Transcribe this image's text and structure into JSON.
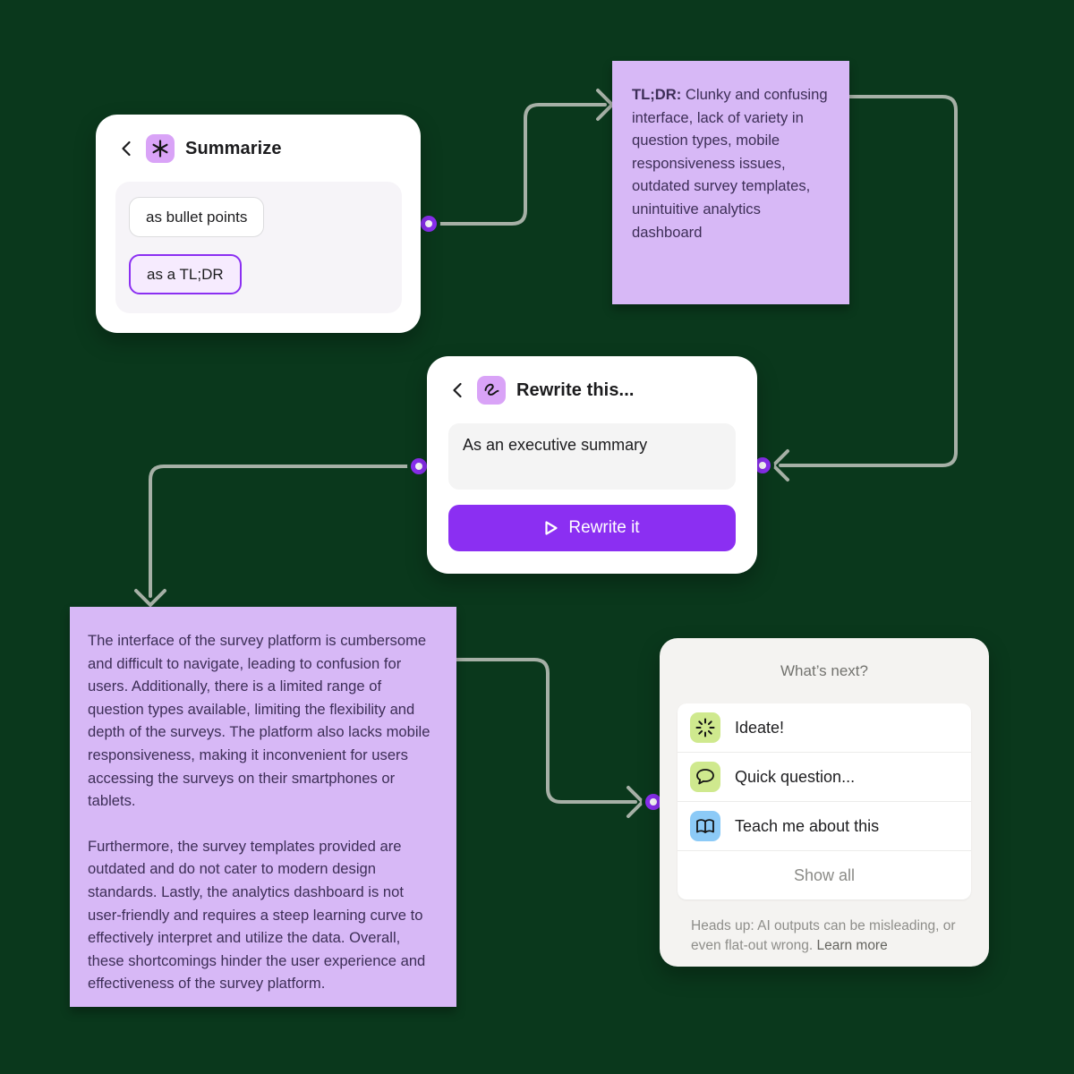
{
  "colors": {
    "canvas_background": "#0a381c",
    "accent_purple": "#8b2ff2",
    "sticky_note": "#d7b8f6",
    "connector_line": "#a6b0a6",
    "icon_purple_bg": "#d9a3f7",
    "icon_green_bg": "#cfe98e",
    "icon_blue_bg": "#8ccaf7"
  },
  "summarize_card": {
    "title": "Summarize",
    "options": [
      {
        "label": "as bullet points"
      },
      {
        "label": "as a TL;DR"
      }
    ]
  },
  "tldr_note": {
    "label": "TL;DR:",
    "text": " Clunky and confusing interface, lack of variety in question types, mobile responsiveness issues, outdated survey templates, unintuitive analytics dashboard"
  },
  "rewrite_card": {
    "title": "Rewrite this...",
    "input_value": "As an executive summary",
    "button_label": "Rewrite it"
  },
  "summary_note": {
    "paragraph_1": "The interface of the survey platform is cumbersome and difficult to navigate, leading to confusion for users. Additionally, there is a limited range of question types available, limiting the flexibility and depth of the surveys. The platform also lacks mobile responsiveness, making it inconvenient for users accessing the surveys on their smartphones or tablets.",
    "paragraph_2": "Furthermore, the survey templates provided are outdated and do not cater to modern design standards. Lastly, the analytics dashboard is not user-friendly and requires a steep learning curve to effectively interpret and utilize the data. Overall, these shortcomings hinder the user experience and effectiveness of the survey platform."
  },
  "whats_next_card": {
    "title": "What’s next?",
    "items": [
      {
        "label": "Ideate!",
        "icon": "burst-icon"
      },
      {
        "label": "Quick question...",
        "icon": "speech-bubble-icon"
      },
      {
        "label": "Teach me about this",
        "icon": "open-book-icon"
      }
    ],
    "show_all_label": "Show all",
    "disclaimer": "Heads up: AI outputs can be misleading, or even flat-out wrong. ",
    "learn_more_label": "Learn more"
  }
}
